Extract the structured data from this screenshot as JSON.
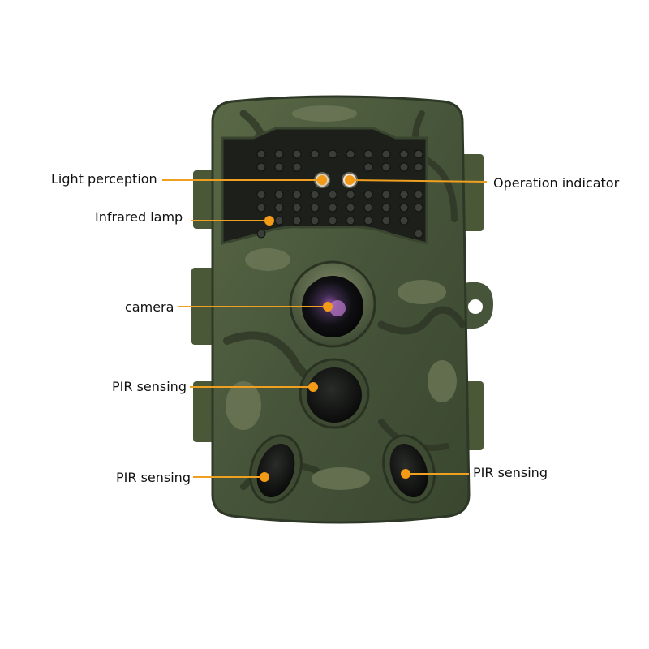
{
  "callouts": {
    "light_perception": "Light perception",
    "operation_indicator": "Operation indicator",
    "infrared_lamp": "Infrared lamp",
    "camera": "camera",
    "pir_center": "PIR sensing",
    "pir_left": "PIR sensing",
    "pir_right": "PIR sensing"
  },
  "colors": {
    "callout_line": "#f0a020",
    "callout_dot": "#f39a16",
    "body_green": "#4b5a3a",
    "camo_dark": "#2c3424",
    "camo_light": "#6f7a58",
    "ir_panel": "#1c1f1a"
  }
}
